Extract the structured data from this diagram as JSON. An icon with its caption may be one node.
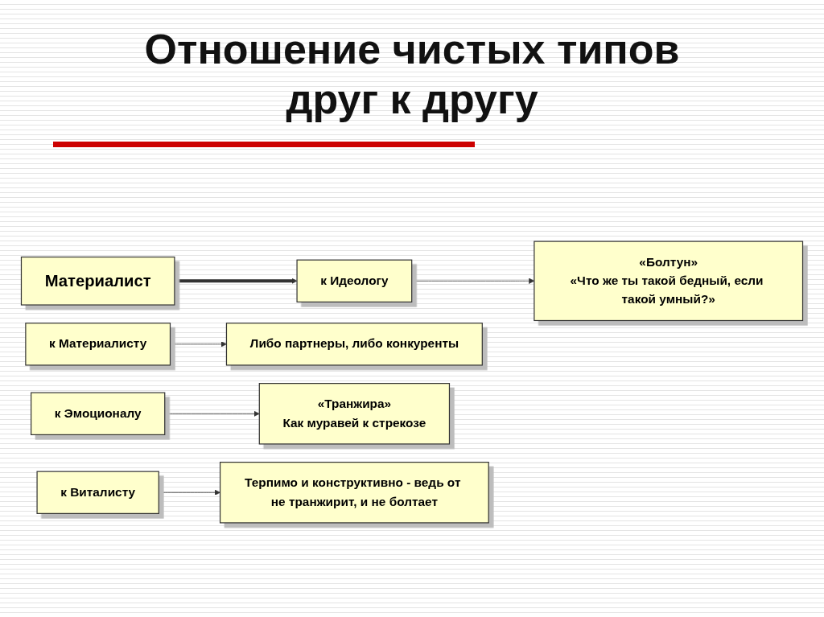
{
  "diagram": {
    "title": "Отношение чистых типов друг к другу",
    "nodes": [
      {
        "text": [
          "Материалист"
        ]
      },
      {
        "text": [
          "к Идеологу"
        ]
      },
      {
        "text": [
          "к Материалисту"
        ]
      },
      {
        "text": [
          "к Эмоционалу"
        ]
      },
      {
        "text": [
          "к Виталисту"
        ]
      },
      {
        "text": [
          "«Болтун»",
          "«Что же ты такой бедный, если такой умный?»"
        ]
      },
      {
        "text": [
          "Либо партнеры, либо конкуренты"
        ]
      },
      {
        "text": [
          "«Транжира»",
          "Как муравей к стрекозе"
        ]
      },
      {
        "text": [
          "Терпимо и конструктивно - ведь от не транжирит, и не болтает"
        ]
      }
    ],
    "edges": [
      {
        "from": 0,
        "to": 1,
        "arrow": "to",
        "style": "thick"
      },
      {
        "from": 1,
        "to": 5,
        "arrow": "to"
      },
      {
        "from": 2,
        "to": 6,
        "arrow": "to"
      },
      {
        "from": 3,
        "to": 7,
        "arrow": "to"
      },
      {
        "from": 4,
        "to": 8,
        "arrow": "to"
      }
    ]
  }
}
